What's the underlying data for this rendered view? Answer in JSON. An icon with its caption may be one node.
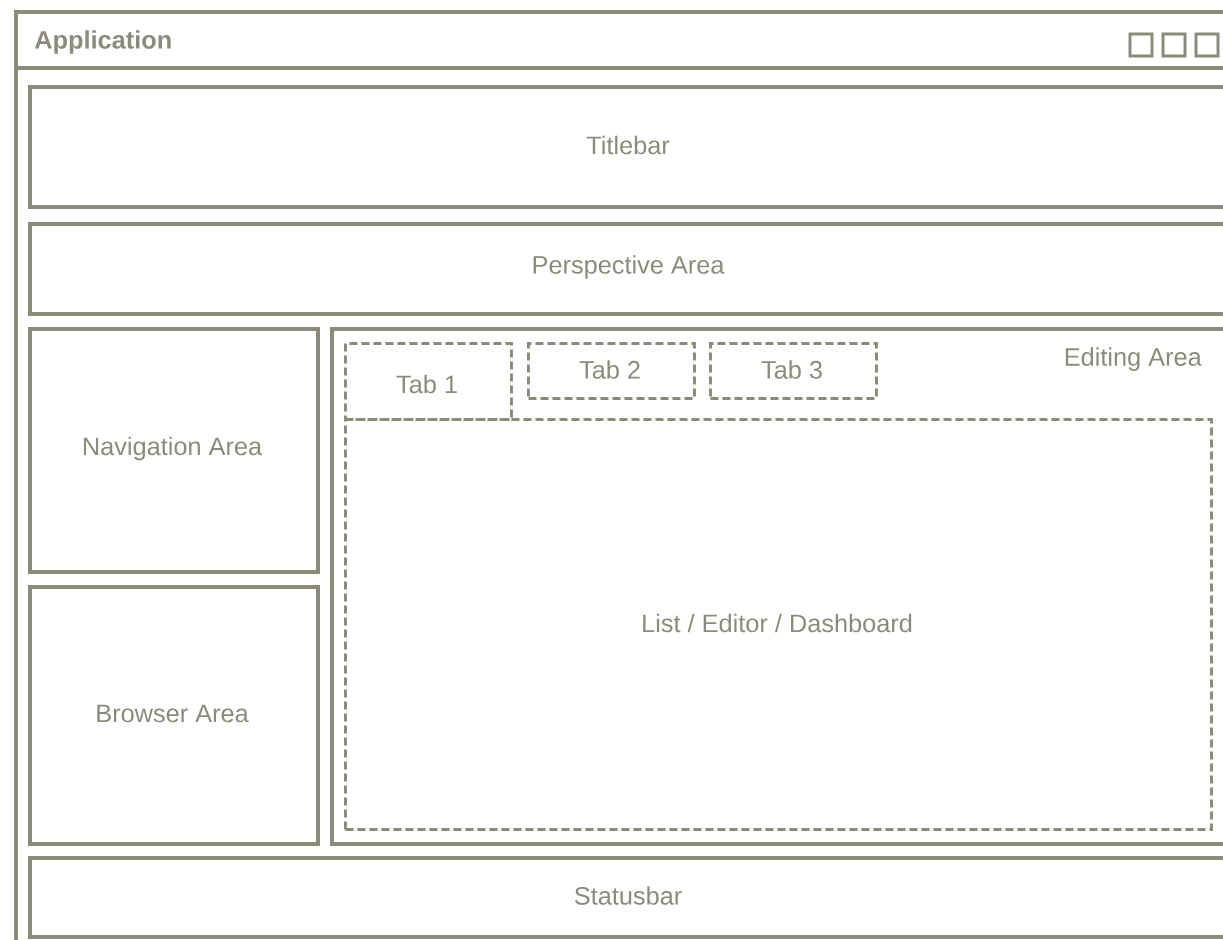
{
  "diagram": {
    "nodes": [
      {
        "text": [
          "Application"
        ]
      },
      {
        "text": [
          "Titlebar"
        ],
        "in": 0
      },
      {
        "text": [
          "Perspective Area"
        ],
        "in": 0
      },
      {
        "text": [
          "Navigation Area"
        ],
        "in": 0
      },
      {
        "text": [
          "Browser Area"
        ],
        "in": 0
      },
      {
        "text": [
          "Editing Area"
        ],
        "in": 0
      },
      {
        "text": [
          "Tab 1"
        ],
        "in": 5
      },
      {
        "text": [
          "Tab 2"
        ],
        "in": 5
      },
      {
        "text": [
          "Tab 3"
        ],
        "in": 5
      },
      {
        "text": [
          "List / Editor / Dashboard"
        ],
        "in": 5
      },
      {
        "text": [
          "Statusbar"
        ],
        "in": 0
      }
    ]
  }
}
